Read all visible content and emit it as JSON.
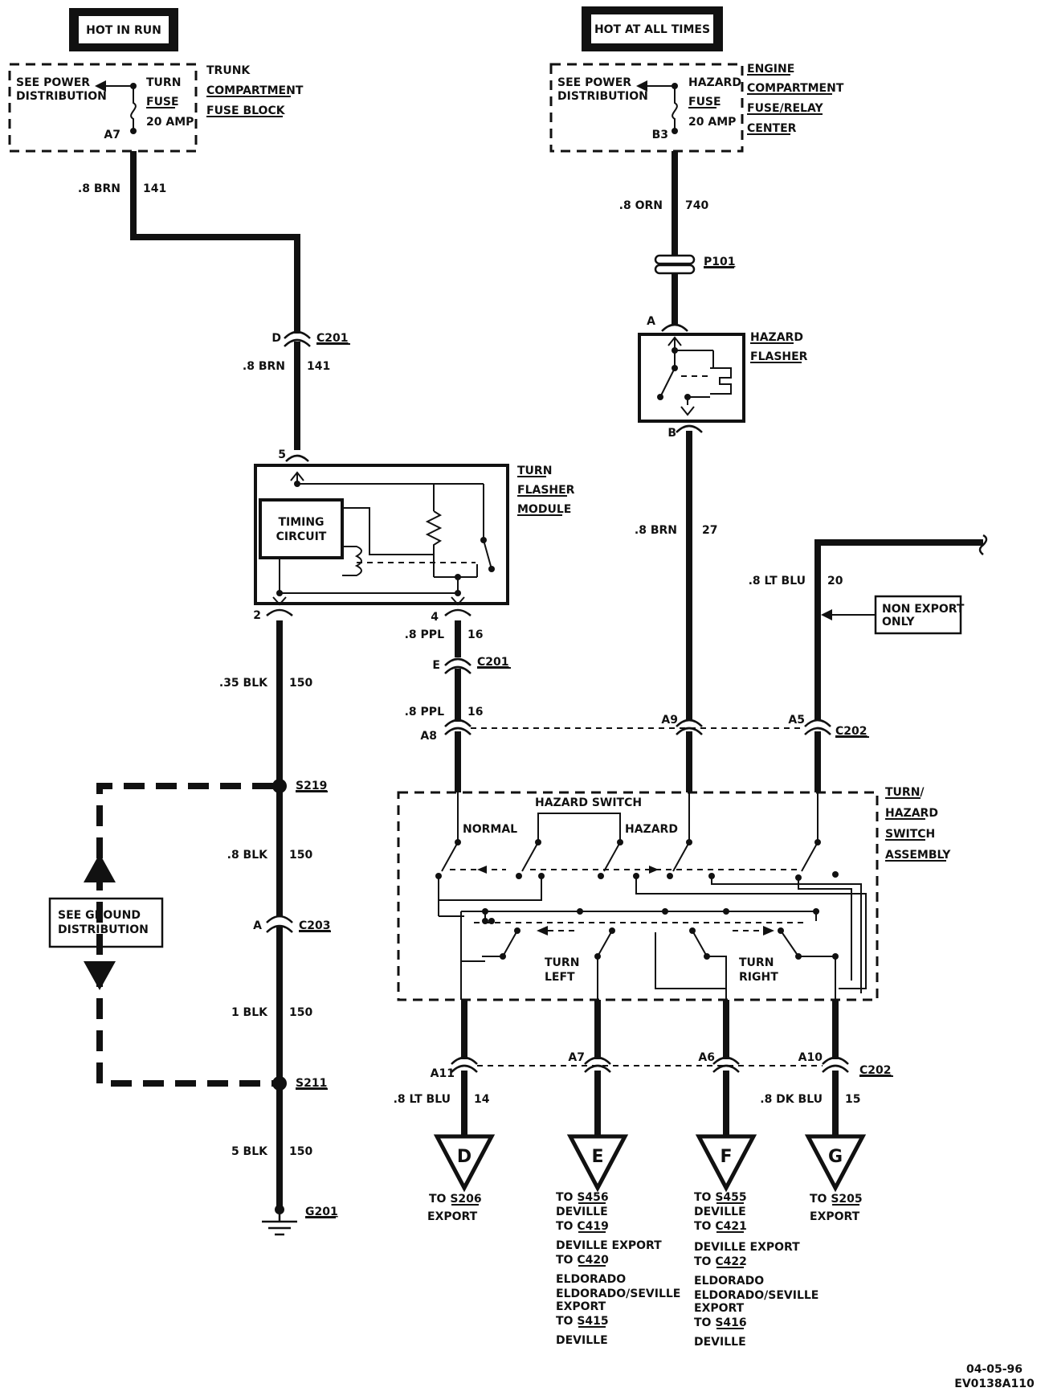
{
  "sources": {
    "left": {
      "box_label": "HOT IN RUN",
      "see_power": [
        "SEE POWER",
        "DISTRIBUTION"
      ],
      "fuse": [
        "TURN",
        "FUSE",
        "20 AMP"
      ],
      "terminal": "A7",
      "block": [
        "TRUNK",
        "COMPARTMENT",
        "FUSE BLOCK"
      ]
    },
    "right": {
      "box_label": "HOT AT ALL TIMES",
      "see_power": [
        "SEE POWER",
        "DISTRIBUTION"
      ],
      "fuse": [
        "HAZARD",
        "FUSE",
        "20 AMP"
      ],
      "terminal": "B3",
      "block": [
        "ENGINE",
        "COMPARTMENT",
        "FUSE/RELAY",
        "CENTER"
      ]
    }
  },
  "wires": {
    "w141a": {
      "gauge": ".8 BRN",
      "circuit": "141"
    },
    "w141b": {
      "gauge": ".8 BRN",
      "circuit": "141"
    },
    "w740": {
      "gauge": ".8 ORN",
      "circuit": "740"
    },
    "w27": {
      "gauge": ".8 BRN",
      "circuit": "27"
    },
    "w20": {
      "gauge": ".8 LT BLU",
      "circuit": "20"
    },
    "w16a": {
      "gauge": ".8 PPL",
      "circuit": "16"
    },
    "w16b": {
      "gauge": ".8 PPL",
      "circuit": "16"
    },
    "w150a": {
      "gauge": ".35 BLK",
      "circuit": "150"
    },
    "w150b": {
      "gauge": ".8 BLK",
      "circuit": "150"
    },
    "w150c": {
      "gauge": "1 BLK",
      "circuit": "150"
    },
    "w150d": {
      "gauge": "5 BLK",
      "circuit": "150"
    },
    "w14": {
      "gauge": ".8 LT BLU",
      "circuit": "14"
    },
    "w15": {
      "gauge": ".8 DK BLU",
      "circuit": "15"
    }
  },
  "connectors": {
    "c201": "C201",
    "c201_d": "D",
    "c201_e": "E",
    "c202": "C202",
    "c203": "C203",
    "c203_a": "A",
    "p101": "P101",
    "flasher_pin_5": "5",
    "flasher_pin_2": "2",
    "flasher_pin_4": "4",
    "hazard_pin_a": "A",
    "hazard_pin_b": "B",
    "pin_a8": "A8",
    "pin_a9": "A9",
    "pin_a5": "A5",
    "pin_a11": "A11",
    "pin_a7": "A7",
    "pin_a6": "A6",
    "pin_a10": "A10"
  },
  "splices": {
    "s219": "S219",
    "s211": "S211",
    "g201": "G201"
  },
  "components": {
    "turn_flasher": [
      "TURN",
      "FLASHER",
      "MODULE"
    ],
    "timing_circuit": [
      "TIMING",
      "CIRCUIT"
    ],
    "hazard_flasher": [
      "HAZARD",
      "FLASHER"
    ],
    "non_export": [
      "NON EXPORT",
      "ONLY"
    ],
    "ground_dist": [
      "SEE GROUND",
      "DISTRIBUTION"
    ],
    "switch_assembly": [
      "TURN/",
      "HAZARD",
      "SWITCH",
      "ASSEMBLY"
    ],
    "hazard_switch_title": "HAZARD SWITCH",
    "normal": "NORMAL",
    "hazard": "HAZARD",
    "turn_left": [
      "TURN",
      "LEFT"
    ],
    "turn_right": [
      "TURN",
      "RIGHT"
    ]
  },
  "destinations": {
    "D": {
      "letter": "D",
      "lines": [
        "TO S206",
        "EXPORT"
      ]
    },
    "E": {
      "letter": "E",
      "lines": [
        "TO S456",
        "DEVILLE",
        "TO C419",
        "DEVILLE EXPORT",
        "TO C420",
        "ELDORADO",
        "ELDORADO/SEVILLE",
        "EXPORT",
        "TO S415",
        "DEVILLE"
      ]
    },
    "F": {
      "letter": "F",
      "lines": [
        "TO S455",
        "DEVILLE",
        "TO C421",
        "DEVILLE EXPORT",
        "TO C422",
        "ELDORADO",
        "ELDORADO/SEVILLE",
        "EXPORT",
        "TO S416",
        "DEVILLE"
      ]
    },
    "G": {
      "letter": "G",
      "lines": [
        "TO S205",
        "EXPORT"
      ]
    }
  },
  "footer": [
    "04-05-96",
    "EV0138A110"
  ]
}
